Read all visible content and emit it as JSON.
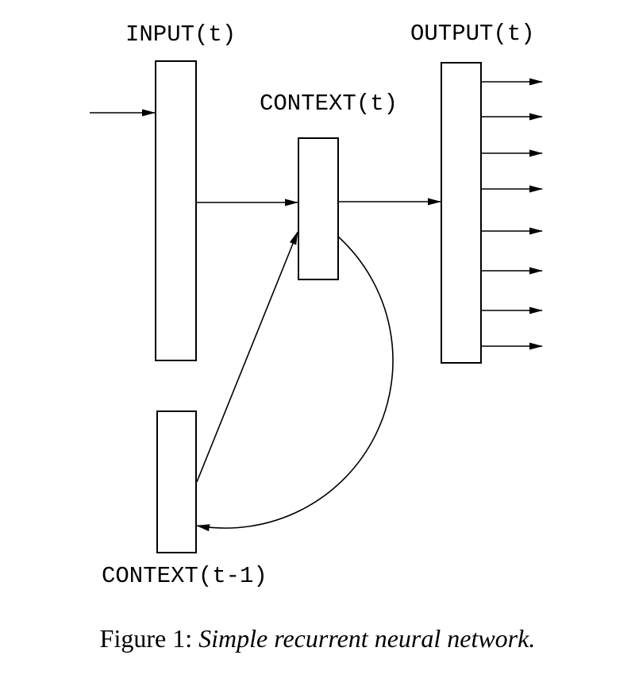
{
  "diagram": {
    "nodes": {
      "input": {
        "label": "INPUT(t)"
      },
      "context_t": {
        "label": "CONTEXT(t)"
      },
      "output": {
        "label": "OUTPUT(t)"
      },
      "context_t1": {
        "label": "CONTEXT(t-1)"
      }
    },
    "edges": [
      {
        "from": "external",
        "to": "input",
        "style": "straight-arrow"
      },
      {
        "from": "input",
        "to": "context_t",
        "style": "straight-arrow"
      },
      {
        "from": "context_t",
        "to": "output",
        "style": "straight-arrow"
      },
      {
        "from": "context_t1",
        "to": "context_t",
        "style": "diagonal-arrow"
      },
      {
        "from": "context_t",
        "to": "context_t1",
        "style": "curved-arrow"
      }
    ],
    "output_arrow_count": 8,
    "colors": {
      "line": "#000000",
      "background": "#ffffff"
    }
  },
  "caption": {
    "prefix": "Figure 1: ",
    "title": "Simple recurrent neural network."
  }
}
